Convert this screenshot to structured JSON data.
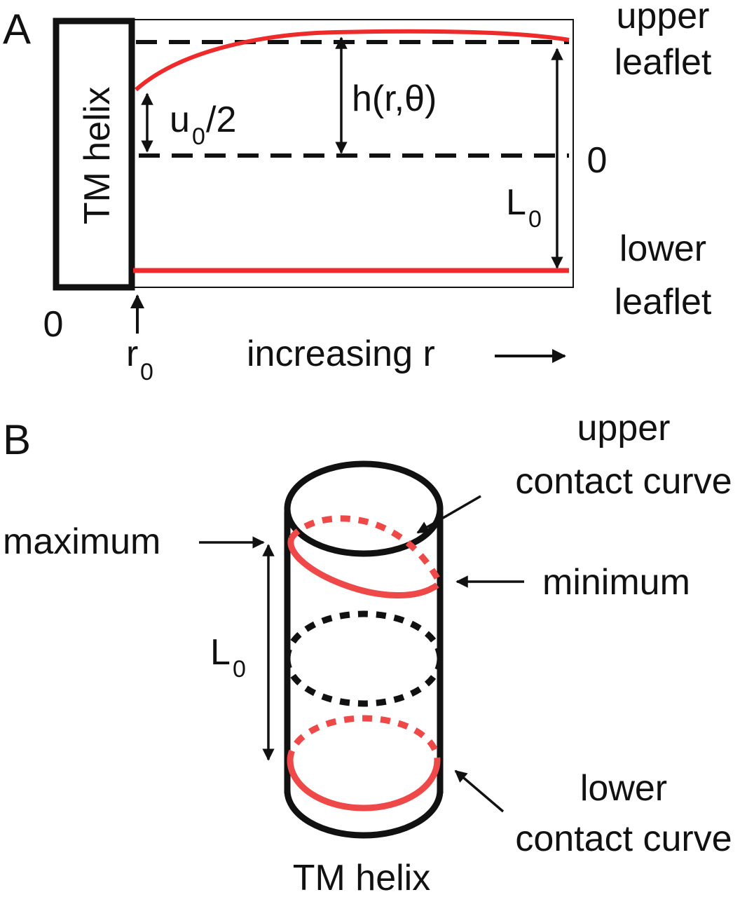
{
  "panel_a": {
    "letter": "A",
    "helix_label": "TM helix",
    "upper_1": "upper",
    "upper_2": "leaflet",
    "lower_1": "lower",
    "lower_2": "leaflet",
    "zero_right": "0",
    "zero_axis": "0",
    "r0_main": "r",
    "r0_sub": "0",
    "u0_main": "u",
    "u0_sub": "0",
    "u0_rest": "/2",
    "h_label": "h(r,θ)",
    "L0_main": "L",
    "L0_sub": "0",
    "axis_label": "increasing r"
  },
  "panel_b": {
    "letter": "B",
    "upper_curve_1": "upper",
    "upper_curve_2": "contact curve",
    "maximum": "maximum",
    "minimum": "minimum",
    "L0_main": "L",
    "L0_sub": "0",
    "lower_curve_1": "lower",
    "lower_curve_2": "contact curve",
    "helix_label": "TM helix"
  },
  "colors": {
    "membrane": "#ee2a2a",
    "outline": "#111111",
    "contact_curve": "#ef4848"
  }
}
